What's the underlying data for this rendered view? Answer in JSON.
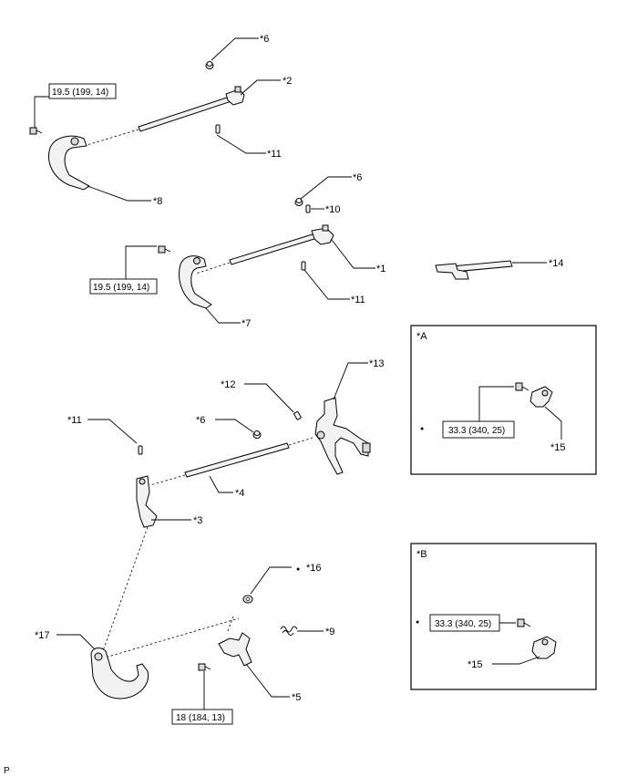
{
  "callouts": {
    "c1": "*1",
    "c2": "*2",
    "c3": "*3",
    "c4": "*4",
    "c5": "*5",
    "c6a": "*6",
    "c6b": "*6",
    "c6c": "*6",
    "c7": "*7",
    "c8": "*8",
    "c9": "*9",
    "c10": "*10",
    "c11a": "*11",
    "c11b": "*11",
    "c11c": "*11",
    "c12": "*12",
    "c13": "*13",
    "c14": "*14",
    "c15a": "*15",
    "c15b": "*15",
    "c16": "*16",
    "c17": "*17"
  },
  "torques": {
    "t1": "19.5 (199, 14)",
    "t2": "19.5 (199, 14)",
    "t3": "33.3 (340, 25)",
    "t4": "33.3 (340, 25)",
    "t5": "18 (184, 13)"
  },
  "insets": {
    "a_title": "*A",
    "b_title": "*B"
  },
  "markers": {
    "bullet": "●"
  },
  "footer": {
    "code": "P"
  }
}
